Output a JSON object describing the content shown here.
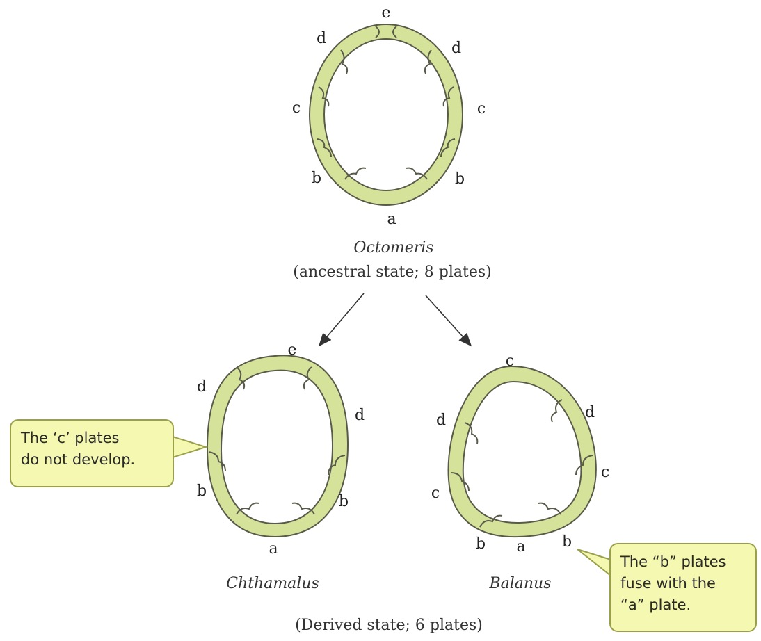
{
  "top": {
    "title": "Octomeris",
    "subtitle": "(ancestral state; 8 plates)",
    "labels": {
      "top": "e",
      "upper_left": "d",
      "upper_right": "d",
      "left": "c",
      "right": "c",
      "lower_left": "b",
      "lower_right": "b",
      "bottom": "a"
    }
  },
  "left": {
    "title": "Chthamalus",
    "labels": {
      "top": "e",
      "upper_left": "d",
      "upper_right": "d",
      "lower_left": "b",
      "lower_right": "b",
      "bottom": "a"
    },
    "callout": {
      "line1": "The ‘c’ plates",
      "line2": "do not develop."
    }
  },
  "right": {
    "title": "Balanus",
    "labels": {
      "top": "c",
      "upper_left": "d",
      "upper_right": "d",
      "left": "c",
      "right": "c",
      "lower_left": "b",
      "bottom": "a",
      "lower_right": "b"
    },
    "callout": {
      "line1": "The “b” plates",
      "line2": "fuse with the",
      "line3": "“a” plate."
    }
  },
  "bottom_caption": "(Derived state; 6 plates)",
  "colors": {
    "plate_fill": "#d4e29a",
    "plate_stroke": "#5a5a4a",
    "callout_fill": "#f5f8b0",
    "callout_border": "#9aa04a",
    "arrow": "#333333"
  }
}
